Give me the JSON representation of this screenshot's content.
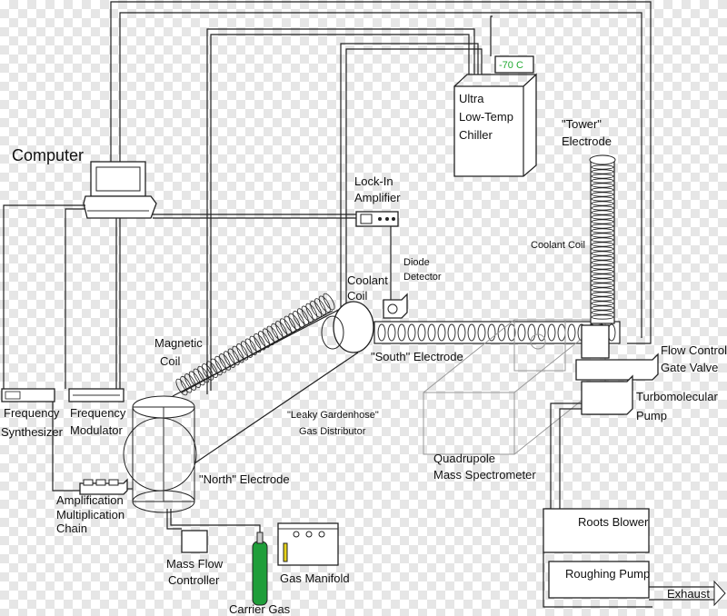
{
  "labels": {
    "computer": "Computer",
    "chiller_display": "-70 C",
    "chiller_line1": "Ultra",
    "chiller_line2": "Low-Temp",
    "chiller_line3": "Chiller",
    "tower_line1": "\"Tower\"",
    "tower_line2": "Electrode",
    "lockin_line1": "Lock-In",
    "lockin_line2": "Amplifier",
    "diode_line1": "Diode",
    "diode_line2": "Detector",
    "coolant_coil_right": "Coolant Coil",
    "coolant_coil_mid_line1": "Coolant",
    "coolant_coil_mid_line2": "Coil",
    "magnetic_coil_line1": "Magnetic",
    "magnetic_coil_line2": "Coil",
    "south_electrode": "\"South\" Electrode",
    "flow_control_line1": "Flow Control",
    "flow_control_line2": "Gate Valve",
    "turbo_line1": "Turbomolecular",
    "turbo_line2": "Pump",
    "freq_synth_line1": "Frequency",
    "freq_synth_line2": "Synthesizer",
    "freq_mod_line1": "Frequency",
    "freq_mod_line2": "Modulator",
    "gardenhose_line1": "\"Leaky Gardenhose\"",
    "gardenhose_line2": "Gas Distributor",
    "north_electrode": "\"North\" Electrode",
    "quadrupole_line1": "Quadrupole",
    "quadrupole_line2": "Mass Spectrometer",
    "amp_chain_line1": "Amplification",
    "amp_chain_line2": "Multiplication",
    "amp_chain_line3": "Chain",
    "roots_blower": "Roots Blower",
    "roughing_pump": "Roughing Pump",
    "exhaust": "Exhaust",
    "mass_flow_line1": "Mass Flow",
    "mass_flow_line2": "Controller",
    "gas_manifold": "Gas Manifold",
    "carrier_gas": "Carrier Gas"
  },
  "colors": {
    "display_text": "#22aa33",
    "gas_cylinder": "#1f9e3a",
    "yellow_vial": "#e6d21a"
  }
}
